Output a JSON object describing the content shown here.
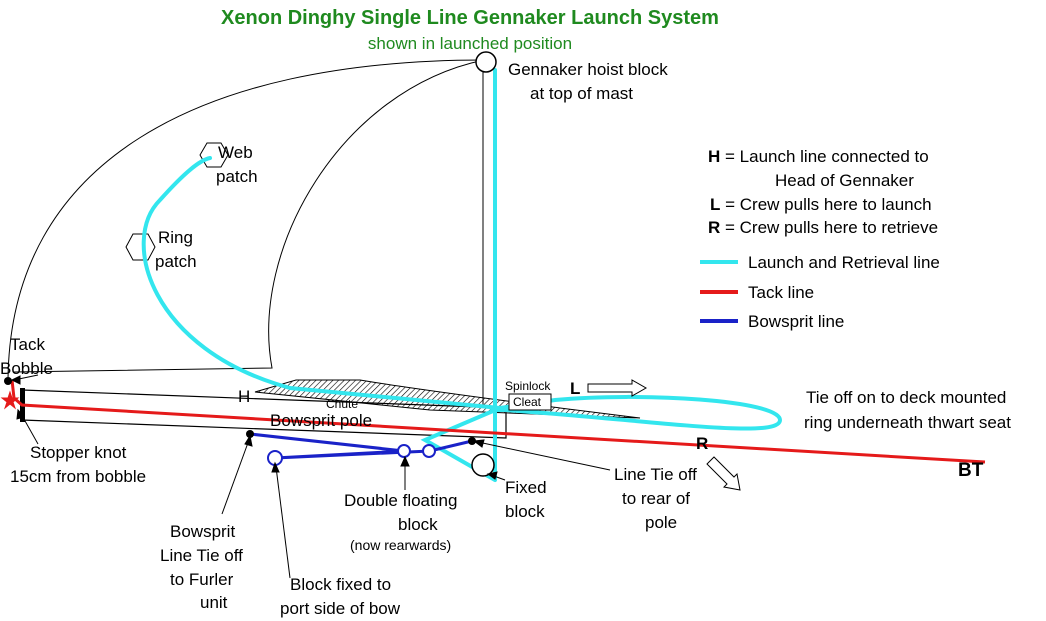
{
  "title": "Xenon Dinghy Single Line Gennaker Launch System",
  "subtitle": "shown in launched position",
  "colors": {
    "title_green": "#1f8a1f",
    "launch_line": "#33e6ee",
    "tack_line": "#e51a1a",
    "bowsprit_line": "#1a22c8",
    "black": "#000000"
  },
  "labels": {
    "hoist_block_1": "Gennaker hoist block",
    "hoist_block_2": "at top of mast",
    "web_patch_1": "Web",
    "web_patch_2": "patch",
    "ring_patch_1": "Ring",
    "ring_patch_2": "patch",
    "tack_bobble_1": "Tack",
    "tack_bobble_2": "Bobble",
    "h_marker": "H",
    "chute": "Chute",
    "bowsprit_pole": "Bowsprit pole",
    "spinlock": "Spinlock",
    "cleat": "Cleat",
    "l_marker": "L",
    "r_marker": "R",
    "bt": "BT",
    "tie_off_1": "Tie off on to deck mounted",
    "tie_off_2": "ring underneath thwart seat",
    "stopper_1": "Stopper knot",
    "stopper_2": "15cm from bobble",
    "double_block_1": "Double floating",
    "double_block_2": "block",
    "double_block_3": "(now rearwards)",
    "fixed_block_1": "Fixed",
    "fixed_block_2": "block",
    "line_tie_1": "Line Tie off",
    "line_tie_2": "to rear of",
    "line_tie_3": "pole",
    "bowsprit_tie_1": "Bowsprit",
    "bowsprit_tie_2": "Line Tie off",
    "bowsprit_tie_3": "to Furler",
    "bowsprit_tie_4": "unit",
    "block_fixed_1": "Block fixed to",
    "block_fixed_2": "port side of bow"
  },
  "key": {
    "h_letter": "H",
    "h_text_1": " = Launch line connected to",
    "h_text_2": "Head of Gennaker",
    "l_letter": "L",
    "l_text": " = Crew pulls here to launch",
    "r_letter": "R",
    "r_text": " = Crew pulls here to retrieve"
  },
  "legend": [
    {
      "name": "Launch and Retrieval line",
      "color": "#33e6ee"
    },
    {
      "name": "Tack line",
      "color": "#e51a1a"
    },
    {
      "name": "Bowsprit line",
      "color": "#1a22c8"
    }
  ]
}
